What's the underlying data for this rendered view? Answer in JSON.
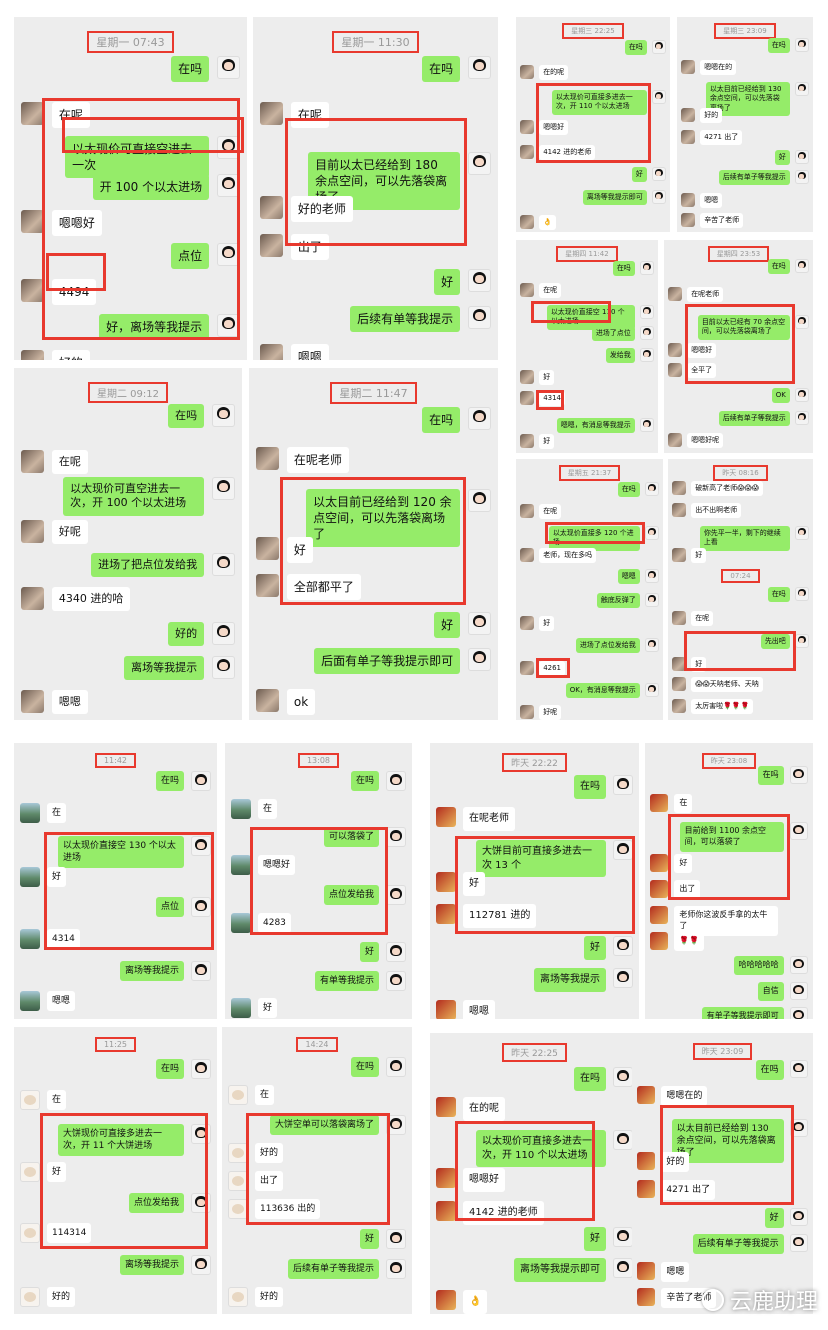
{
  "panels": [
    {
      "time": "星期一 07:43",
      "messages": [
        {
          "side": "out",
          "text": "在吗"
        },
        {
          "side": "in",
          "text": "在呢"
        },
        {
          "side": "out",
          "text": "以太现价可直接空进去一次"
        },
        {
          "side": "out",
          "text": "开 100 个以太进场"
        },
        {
          "side": "in",
          "text": "嗯嗯好"
        },
        {
          "side": "out",
          "text": "点位"
        },
        {
          "side": "in",
          "text": "4494"
        },
        {
          "side": "out",
          "text": "好，离场等我提示"
        },
        {
          "side": "in",
          "text": "好的"
        }
      ]
    },
    {
      "time": "星期一 11:30",
      "messages": [
        {
          "side": "out",
          "text": "在吗"
        },
        {
          "side": "in",
          "text": "在呢"
        },
        {
          "side": "out",
          "text": "目前以太已经给到 180 余点空间，可以先落袋离场了"
        },
        {
          "side": "in",
          "text": "好的老师"
        },
        {
          "side": "in",
          "text": "出了"
        },
        {
          "side": "out",
          "text": "好"
        },
        {
          "side": "out",
          "text": "后续有单等我提示"
        },
        {
          "side": "in",
          "text": "嗯嗯"
        }
      ]
    },
    {
      "time": "星期二 09:12",
      "messages": [
        {
          "side": "out",
          "text": "在吗"
        },
        {
          "side": "in",
          "text": "在呢"
        },
        {
          "side": "out",
          "text": "以太现价可直空进去一次，开 100 个以太进场"
        },
        {
          "side": "in",
          "text": "好呢"
        },
        {
          "side": "out",
          "text": "进场了把点位发给我"
        },
        {
          "side": "in",
          "text": "4340 进的哈"
        },
        {
          "side": "out",
          "text": "好的"
        },
        {
          "side": "out",
          "text": "离场等我提示"
        },
        {
          "side": "in",
          "text": "嗯嗯"
        }
      ]
    },
    {
      "time": "星期二 11:47",
      "messages": [
        {
          "side": "out",
          "text": "在吗"
        },
        {
          "side": "in",
          "text": "在呢老师"
        },
        {
          "side": "out",
          "text": "以太目前已经给到 120 余点空间，可以先落袋离场了"
        },
        {
          "side": "in",
          "text": "好"
        },
        {
          "side": "in",
          "text": "全部都平了"
        },
        {
          "side": "out",
          "text": "好"
        },
        {
          "side": "out",
          "text": "后面有单子等我提示即可"
        },
        {
          "side": "in",
          "text": "ok"
        }
      ]
    },
    {
      "time": "星期三 22:25",
      "messages": [
        {
          "side": "out",
          "text": "在吗"
        },
        {
          "side": "in",
          "text": "在的呢"
        },
        {
          "side": "out",
          "text": "以太现价可直接多进去一次，开 110 个以太进场"
        },
        {
          "side": "in",
          "text": "嗯嗯好"
        },
        {
          "side": "in",
          "text": "4142 进的老师"
        },
        {
          "side": "out",
          "text": "好"
        },
        {
          "side": "out",
          "text": "离场等我提示即可"
        },
        {
          "side": "in",
          "text": "👌"
        }
      ]
    },
    {
      "time": "星期三 23:09",
      "messages": [
        {
          "side": "out",
          "text": "在吗"
        },
        {
          "side": "in",
          "text": "嗯嗯在的"
        },
        {
          "side": "out",
          "text": "以太目前已经给到 130 余点空间，可以先落袋离场了"
        },
        {
          "side": "in",
          "text": "好的"
        },
        {
          "side": "in",
          "text": "4271 出了"
        },
        {
          "side": "out",
          "text": "好"
        },
        {
          "side": "out",
          "text": "后续有单子等我提示"
        },
        {
          "side": "in",
          "text": "嗯嗯"
        },
        {
          "side": "in",
          "text": "辛苦了老师"
        }
      ]
    },
    {
      "time": "星期四 11:42",
      "messages": [
        {
          "side": "out",
          "text": "在吗"
        },
        {
          "side": "in",
          "text": "在呢"
        },
        {
          "side": "out",
          "text": "以太现价直接空 110 个以太进场"
        },
        {
          "side": "out",
          "text": "进场了点位"
        },
        {
          "side": "out",
          "text": "发给我"
        },
        {
          "side": "in",
          "text": "好"
        },
        {
          "side": "in",
          "text": "4314"
        },
        {
          "side": "out",
          "text": "嗯嗯，有消息等我提示"
        },
        {
          "side": "in",
          "text": "好"
        }
      ]
    },
    {
      "time": "星期四 23:53",
      "messages": [
        {
          "side": "out",
          "text": "在吗"
        },
        {
          "side": "in",
          "text": "在呢老师"
        },
        {
          "side": "out",
          "text": "目前以太已经有 70 余点空间，可以先落袋离场了"
        },
        {
          "side": "in",
          "text": "嗯嗯好"
        },
        {
          "side": "in",
          "text": "全平了"
        },
        {
          "side": "out",
          "text": "OK"
        },
        {
          "side": "out",
          "text": "后续有单子等我提示"
        },
        {
          "side": "in",
          "text": "嗯嗯好呢"
        }
      ]
    },
    {
      "time": "星期五 21:37",
      "messages": [
        {
          "side": "out",
          "text": "在吗"
        },
        {
          "side": "in",
          "text": "在呢"
        },
        {
          "side": "out",
          "text": "以太现价直接多 120 个进场"
        },
        {
          "side": "in",
          "text": "老师，现在多吗"
        },
        {
          "side": "out",
          "text": "嗯嗯"
        },
        {
          "side": "out",
          "text": "触底反弹了"
        },
        {
          "side": "in",
          "text": "好"
        },
        {
          "side": "out",
          "text": "进场了点位发给我"
        },
        {
          "side": "in",
          "text": "4261"
        },
        {
          "side": "out",
          "text": "OK，有消息等我提示"
        },
        {
          "side": "in",
          "text": "好呢"
        }
      ]
    },
    {
      "time": "昨天 08:16",
      "time2": "07:24",
      "messages": [
        {
          "side": "in",
          "text": "破新高了老师😱😱😱"
        },
        {
          "side": "in",
          "text": "出不出啊老师"
        },
        {
          "side": "out",
          "text": "你先平一半，剩下的继续上看"
        },
        {
          "side": "in",
          "text": "好"
        },
        {
          "side": "out",
          "text": "在吗"
        },
        {
          "side": "in",
          "text": "在呢"
        },
        {
          "side": "out",
          "text": "先出吧"
        },
        {
          "side": "in",
          "text": "好"
        },
        {
          "side": "in",
          "text": "😱😱天呐老师、天呐"
        },
        {
          "side": "in",
          "text": "太厉害啦🌹🌹🌹"
        }
      ]
    },
    {
      "time": "11:42",
      "messages": [
        {
          "side": "out",
          "text": "在吗"
        },
        {
          "side": "in",
          "text": "在"
        },
        {
          "side": "out",
          "text": "以太现价直接空 130 个以太进场"
        },
        {
          "side": "in",
          "text": "好"
        },
        {
          "side": "out",
          "text": "点位"
        },
        {
          "side": "in",
          "text": "4314"
        },
        {
          "side": "out",
          "text": "离场等我提示"
        },
        {
          "side": "in",
          "text": "嗯嗯"
        }
      ]
    },
    {
      "time": "13:08",
      "messages": [
        {
          "side": "out",
          "text": "在吗"
        },
        {
          "side": "in",
          "text": "在"
        },
        {
          "side": "out",
          "text": "可以落袋了"
        },
        {
          "side": "in",
          "text": "嗯嗯好"
        },
        {
          "side": "out",
          "text": "点位发给我"
        },
        {
          "side": "in",
          "text": "4283"
        },
        {
          "side": "out",
          "text": "好"
        },
        {
          "side": "out",
          "text": "有单等我提示"
        },
        {
          "side": "in",
          "text": "好"
        }
      ]
    },
    {
      "time": "昨天 22:22",
      "messages": [
        {
          "side": "out",
          "text": "在吗"
        },
        {
          "side": "in",
          "text": "在呢老师"
        },
        {
          "side": "out",
          "text": "大饼目前可直接多进去一次 13 个"
        },
        {
          "side": "in",
          "text": "好"
        },
        {
          "side": "in",
          "text": "112781 进的"
        },
        {
          "side": "out",
          "text": "好"
        },
        {
          "side": "out",
          "text": "离场等我提示"
        },
        {
          "side": "in",
          "text": "嗯嗯"
        }
      ]
    },
    {
      "time": "昨天 23:08",
      "messages": [
        {
          "side": "out",
          "text": "在吗"
        },
        {
          "side": "in",
          "text": "在"
        },
        {
          "side": "out",
          "text": "目前给到 1100 余点空间，可以落袋了"
        },
        {
          "side": "in",
          "text": "好"
        },
        {
          "side": "in",
          "text": "出了"
        },
        {
          "side": "in",
          "text": "老师你这波反手拿的太牛了"
        },
        {
          "side": "in",
          "text": "🌹🌹"
        },
        {
          "side": "out",
          "text": "哈哈哈哈哈"
        },
        {
          "side": "out",
          "text": "自信"
        },
        {
          "side": "out",
          "text": "有单子等我提示即可"
        }
      ]
    },
    {
      "time": "11:25",
      "messages": [
        {
          "side": "out",
          "text": "在吗"
        },
        {
          "side": "in",
          "text": "在"
        },
        {
          "side": "out",
          "text": "大饼现价可直接多进去一次，开 11 个大饼进场"
        },
        {
          "side": "in",
          "text": "好"
        },
        {
          "side": "out",
          "text": "点位发给我"
        },
        {
          "side": "in",
          "text": "114314"
        },
        {
          "side": "out",
          "text": "离场等我提示"
        },
        {
          "side": "in",
          "text": "好的"
        }
      ]
    },
    {
      "time": "14:24",
      "messages": [
        {
          "side": "out",
          "text": "在吗"
        },
        {
          "side": "in",
          "text": "在"
        },
        {
          "side": "out",
          "text": "大饼空单可以落袋离场了"
        },
        {
          "side": "in",
          "text": "好的"
        },
        {
          "side": "in",
          "text": "出了"
        },
        {
          "side": "in",
          "text": "113636 出的"
        },
        {
          "side": "out",
          "text": "好"
        },
        {
          "side": "out",
          "text": "后续有单子等我提示"
        },
        {
          "side": "in",
          "text": "好的"
        }
      ]
    },
    {
      "time": "昨天 22:25",
      "messages": [
        {
          "side": "out",
          "text": "在吗"
        },
        {
          "side": "in",
          "text": "在的呢"
        },
        {
          "side": "out",
          "text": "以太现价可直接多进去一次，开 110 个以太进场"
        },
        {
          "side": "in",
          "text": "嗯嗯好"
        },
        {
          "side": "in",
          "text": "4142 进的老师"
        },
        {
          "side": "out",
          "text": "好"
        },
        {
          "side": "out",
          "text": "离场等我提示即可"
        },
        {
          "side": "in",
          "text": "👌"
        }
      ]
    },
    {
      "time": "昨天 23:09",
      "messages": [
        {
          "side": "out",
          "text": "在吗"
        },
        {
          "side": "in",
          "text": "嗯嗯在的"
        },
        {
          "side": "out",
          "text": "以太目前已经给到 130 余点空间，可以先落袋离场了"
        },
        {
          "side": "in",
          "text": "好的"
        },
        {
          "side": "in",
          "text": "4271 出了"
        },
        {
          "side": "out",
          "text": "好"
        },
        {
          "side": "out",
          "text": "后续有单子等我提示"
        },
        {
          "side": "in",
          "text": "嗯嗯"
        },
        {
          "side": "in",
          "text": "辛苦了老师"
        }
      ]
    }
  ],
  "watermark": "云鹿助理"
}
